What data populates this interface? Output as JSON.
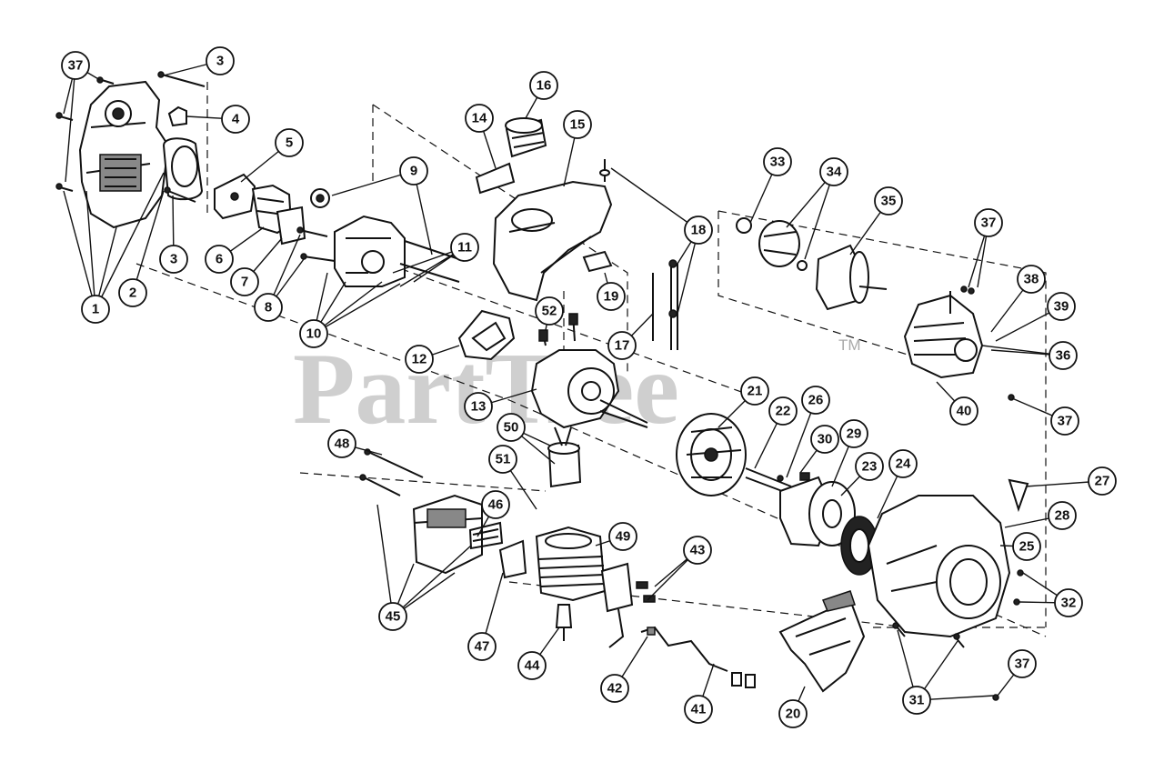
{
  "watermark": {
    "text": "PartTree",
    "trademark": "TM"
  },
  "callouts": [
    {
      "label": "37"
    },
    {
      "label": "3"
    },
    {
      "label": "4"
    },
    {
      "label": "5"
    },
    {
      "label": "9"
    },
    {
      "label": "14"
    },
    {
      "label": "16"
    },
    {
      "label": "15"
    },
    {
      "label": "33"
    },
    {
      "label": "34"
    },
    {
      "label": "35"
    },
    {
      "label": "37"
    },
    {
      "label": "18"
    },
    {
      "label": "11"
    },
    {
      "label": "3"
    },
    {
      "label": "6"
    },
    {
      "label": "7"
    },
    {
      "label": "8"
    },
    {
      "label": "1"
    },
    {
      "label": "2"
    },
    {
      "label": "10"
    },
    {
      "label": "52"
    },
    {
      "label": "19"
    },
    {
      "label": "17"
    },
    {
      "label": "38"
    },
    {
      "label": "39"
    },
    {
      "label": "36"
    },
    {
      "label": "12"
    },
    {
      "label": "13"
    },
    {
      "label": "21"
    },
    {
      "label": "22"
    },
    {
      "label": "26"
    },
    {
      "label": "40"
    },
    {
      "label": "37"
    },
    {
      "label": "50"
    },
    {
      "label": "30"
    },
    {
      "label": "29"
    },
    {
      "label": "48"
    },
    {
      "label": "51"
    },
    {
      "label": "23"
    },
    {
      "label": "24"
    },
    {
      "label": "27"
    },
    {
      "label": "46"
    },
    {
      "label": "49"
    },
    {
      "label": "28"
    },
    {
      "label": "25"
    },
    {
      "label": "43"
    },
    {
      "label": "32"
    },
    {
      "label": "45"
    },
    {
      "label": "47"
    },
    {
      "label": "44"
    },
    {
      "label": "42"
    },
    {
      "label": "41"
    },
    {
      "label": "20"
    },
    {
      "label": "31"
    },
    {
      "label": "37"
    }
  ]
}
